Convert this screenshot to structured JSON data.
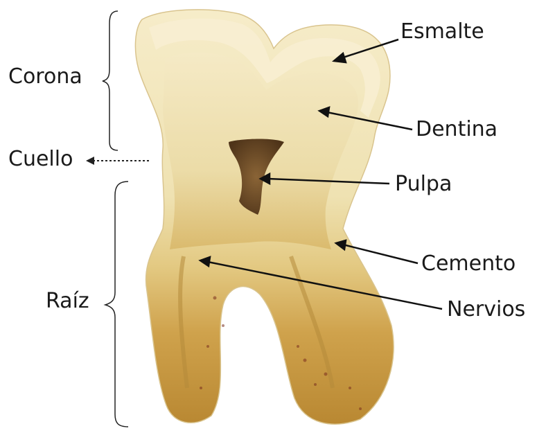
{
  "labels": {
    "corona": "Corona",
    "cuello": "Cuello",
    "raiz": "Raíz",
    "esmalte": "Esmalte",
    "dentina": "Dentina",
    "pulpa": "Pulpa",
    "cemento": "Cemento",
    "nervios": "Nervios"
  },
  "colors": {
    "background": "#ffffff",
    "text": "#1a1a1a",
    "enamel": "#f3e6bf",
    "dentin": "#efe3b4",
    "root": "#c89a3e",
    "pulp": "#6b4a2a"
  }
}
